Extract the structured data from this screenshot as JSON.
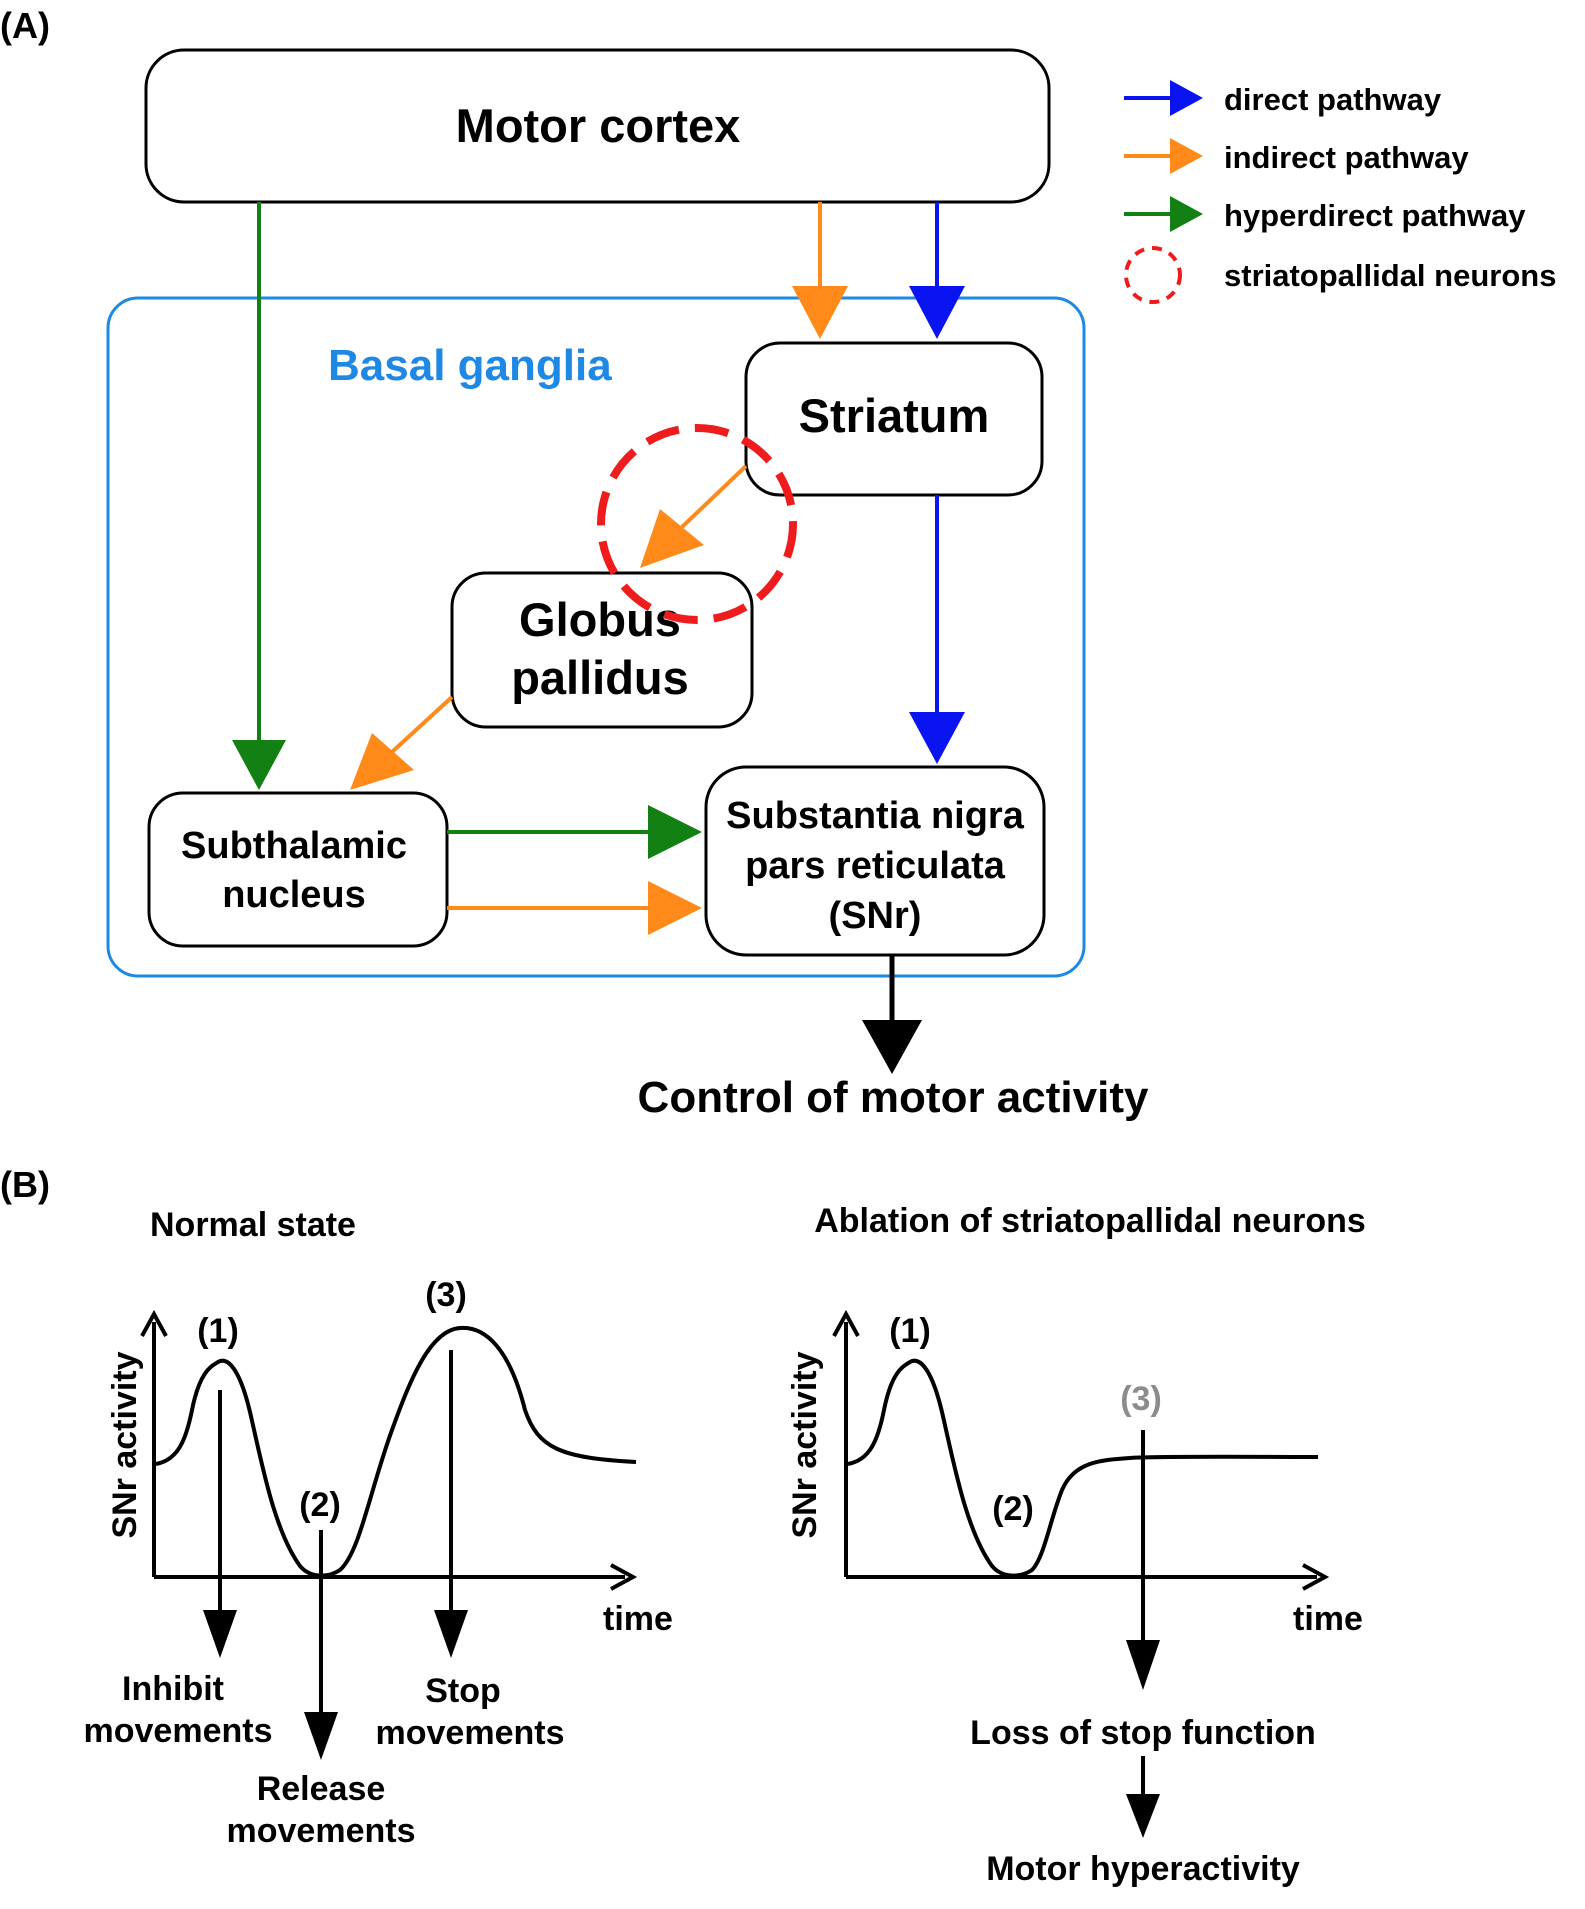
{
  "panel_a": {
    "label": "(A)",
    "motor_cortex": "Motor cortex",
    "basal_ganglia": "Basal ganglia",
    "striatum": "Striatum",
    "globus_pallidus": [
      "Globus",
      "pallidus"
    ],
    "subthalamic_nucleus": [
      "Subthalamic",
      "nucleus"
    ],
    "snr": [
      "Substantia nigra",
      "pars reticulata",
      "(SNr)"
    ],
    "output": "Control of motor activity",
    "legend": [
      {
        "label": "direct pathway",
        "color": "#0a14f0",
        "kind": "arrow"
      },
      {
        "label": "indirect pathway",
        "color": "#ff8a1a",
        "kind": "arrow"
      },
      {
        "label": "hyperdirect pathway",
        "color": "#128012",
        "kind": "arrow"
      },
      {
        "label": "striatopallidal neurons",
        "color": "#ee1c1c",
        "kind": "dashed-circle"
      }
    ]
  },
  "panel_b": {
    "label": "(B)",
    "normal": {
      "title": "Normal state",
      "ylabel": "SNr activity",
      "xlabel": "time",
      "points": [
        "(1)",
        "(2)",
        "(3)"
      ],
      "outcomes": [
        [
          "Inhibit",
          "movements"
        ],
        [
          "Release",
          "movements"
        ],
        [
          "Stop",
          "movements"
        ]
      ]
    },
    "ablation": {
      "title": "Ablation of striatopallidal neurons",
      "ylabel": "SNr activity",
      "xlabel": "time",
      "points": [
        "(1)",
        "(2)",
        "(3)"
      ],
      "point3_color": "#8c8c8c",
      "outcome": "Loss of stop function",
      "final": "Motor hyperactivity"
    }
  },
  "colors": {
    "direct": "#0a14f0",
    "indirect": "#ff8a1a",
    "hyperdirect": "#128012",
    "striatopallidal": "#ee1c1c",
    "basal_ganglia": "#1e88e5"
  }
}
